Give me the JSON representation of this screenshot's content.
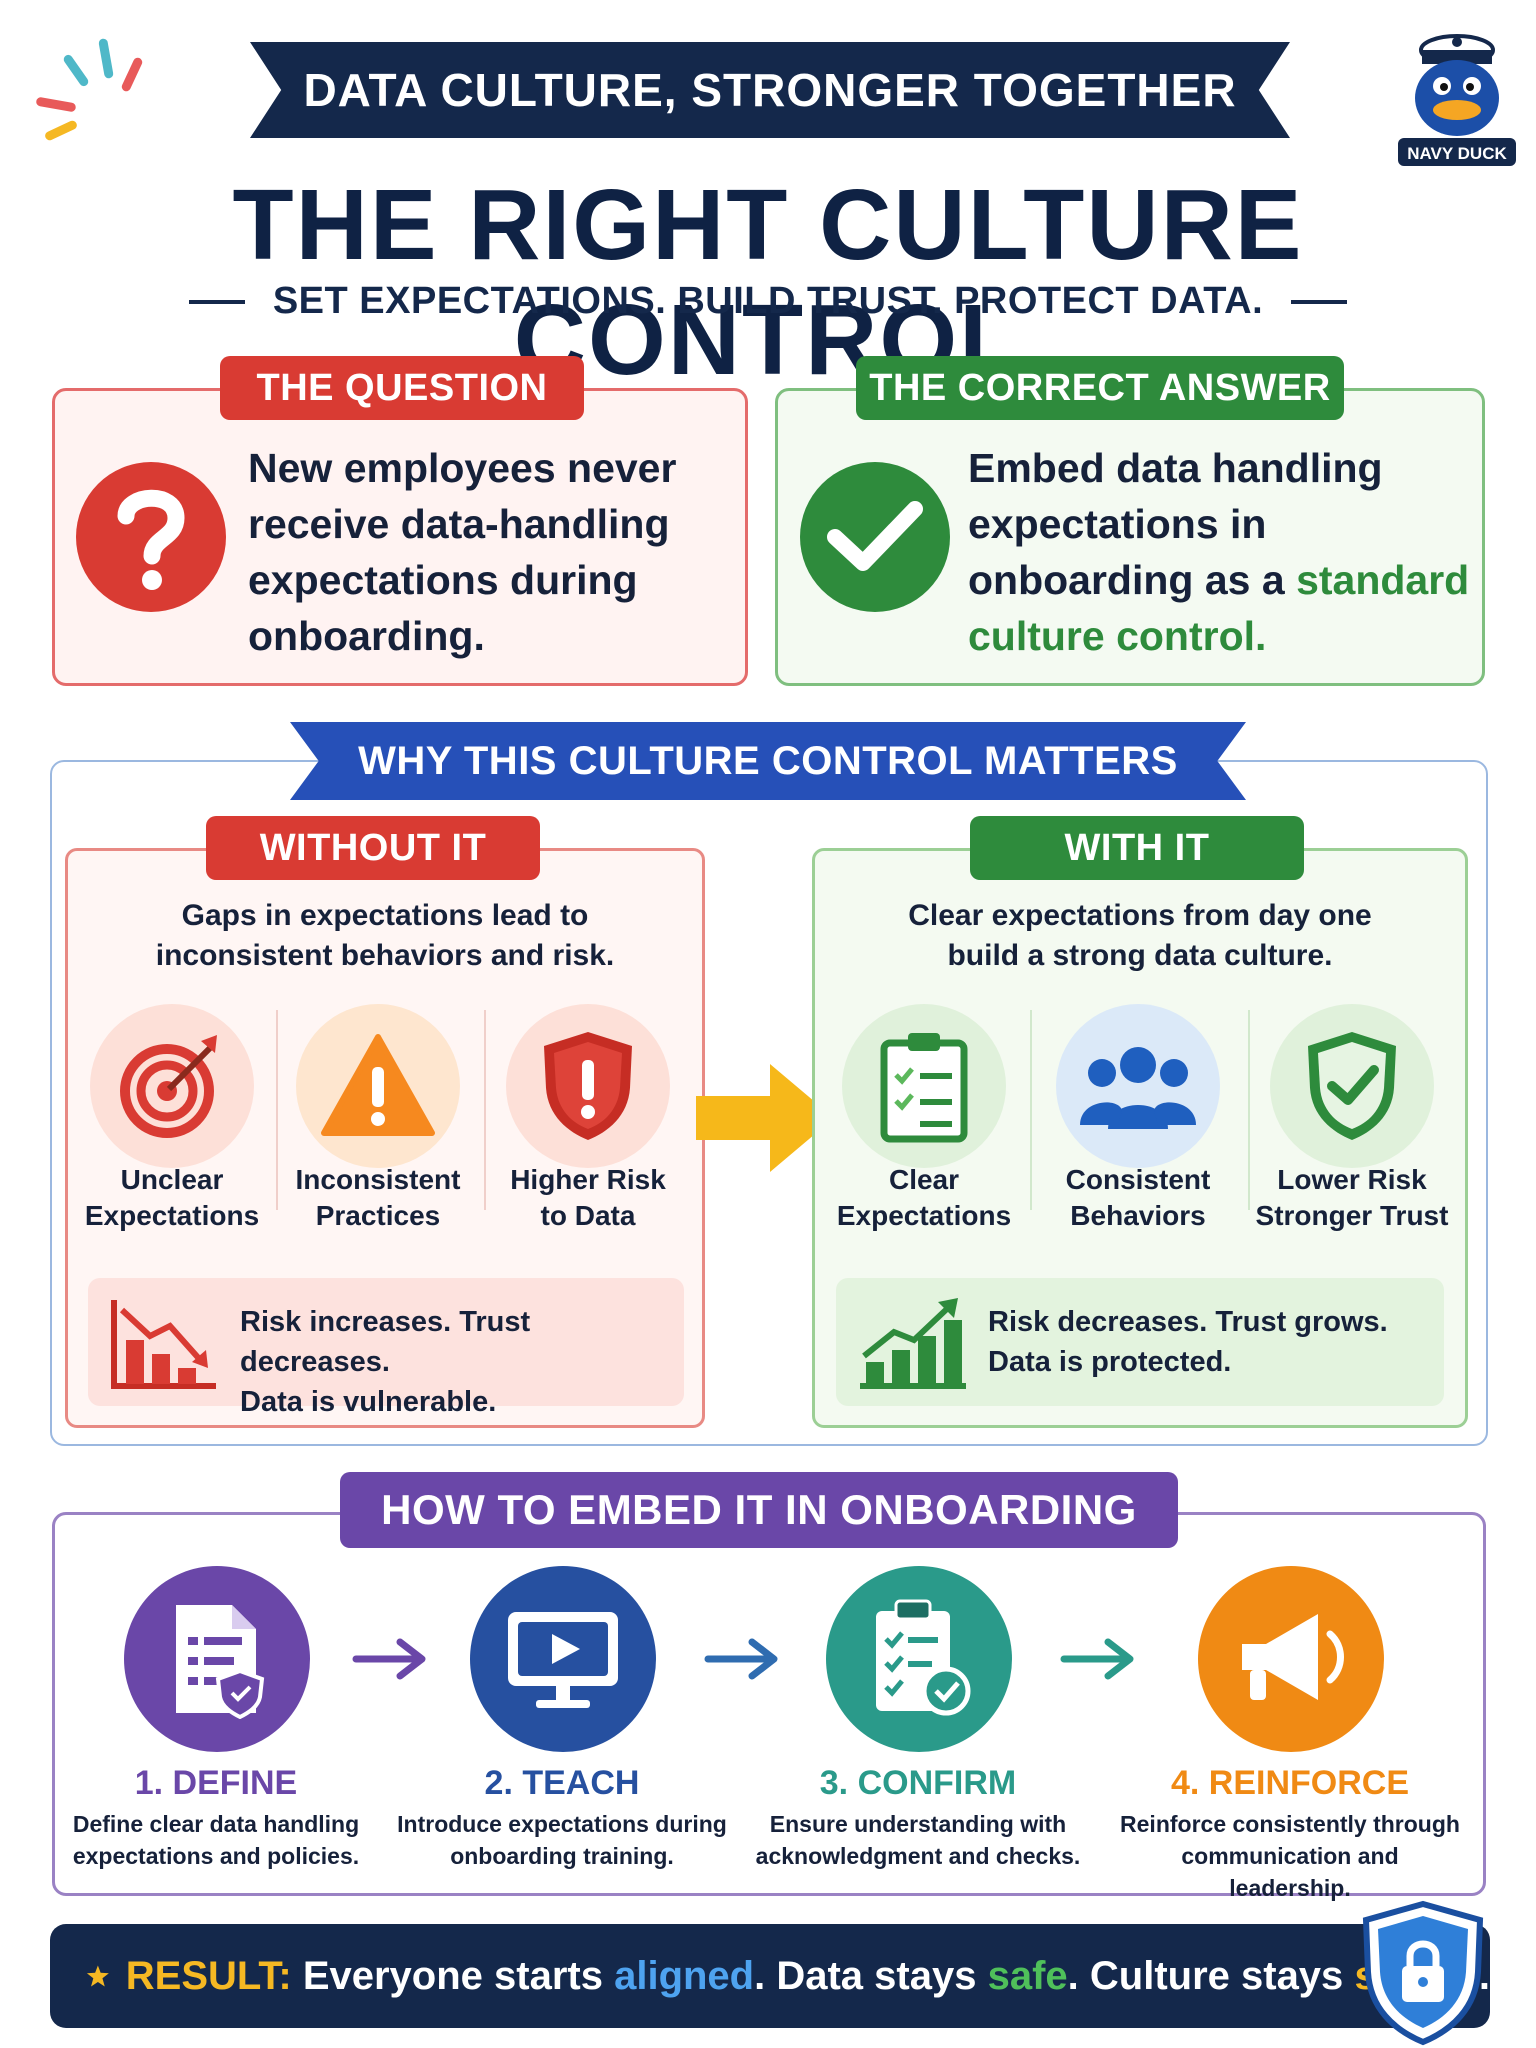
{
  "header": {
    "banner": "DATA CULTURE, STRONGER TOGETHER",
    "title": "THE RIGHT CULTURE CONTROL",
    "subtitle": "SET EXPECTATIONS. BUILD TRUST. PROTECT DATA.",
    "mascot_label": "NAVY DUCK"
  },
  "question": {
    "tag": "THE QUESTION",
    "text": "New employees never receive data-handling expectations during onboarding."
  },
  "answer": {
    "tag": "THE CORRECT ANSWER",
    "text_plain": "Embed data handling expectations in onboarding as a",
    "text_highlight": "standard culture control."
  },
  "why": {
    "banner": "WHY THIS CULTURE CONTROL MATTERS",
    "without": {
      "tag": "WITHOUT IT",
      "desc_line1": "Gaps in expectations lead to",
      "desc_line2": "inconsistent behaviors and risk.",
      "items": [
        {
          "line1": "Unclear",
          "line2": "Expectations",
          "icon": "target-icon"
        },
        {
          "line1": "Inconsistent",
          "line2": "Practices",
          "icon": "warning-icon"
        },
        {
          "line1": "Higher Risk",
          "line2": "to Data",
          "icon": "alert-shield-icon"
        }
      ],
      "result_line1": "Risk increases. Trust decreases.",
      "result_line2": "Data is vulnerable."
    },
    "with": {
      "tag": "WITH IT",
      "desc_line1": "Clear expectations from day one",
      "desc_line2": "build a strong data culture.",
      "items": [
        {
          "line1": "Clear",
          "line2": "Expectations",
          "icon": "checklist-icon"
        },
        {
          "line1": "Consistent",
          "line2": "Behaviors",
          "icon": "team-icon"
        },
        {
          "line1": "Lower Risk",
          "line2": "Stronger Trust",
          "icon": "check-shield-icon"
        }
      ],
      "result_line1": "Risk decreases. Trust grows.",
      "result_line2": "Data is protected."
    }
  },
  "how": {
    "tag": "HOW TO EMBED IT IN ONBOARDING",
    "steps": [
      {
        "title": "1. DEFINE",
        "line1": "Define clear data handling",
        "line2": "expectations and policies.",
        "color": "#6a47a8"
      },
      {
        "title": "2. TEACH",
        "line1": "Introduce expectations during",
        "line2": "onboarding training.",
        "color": "#2650a0"
      },
      {
        "title": "3. CONFIRM",
        "line1": "Ensure understanding with",
        "line2": "acknowledgment and checks.",
        "color": "#2a9a8a"
      },
      {
        "title": "4. REINFORCE",
        "line1": "Reinforce consistently through",
        "line2": "communication and leadership.",
        "color": "#f08a14"
      }
    ]
  },
  "result": {
    "label": "RESULT:",
    "part1": "Everyone starts",
    "word1": "aligned",
    "part2": ". Data stays",
    "word2": "safe",
    "part3": ". Culture stays",
    "word3": "strong",
    "part4": "."
  },
  "colors": {
    "navy": "#14284b",
    "red": "#d93b33",
    "green": "#2e8b3c",
    "blue": "#2650b8",
    "purple": "#6a47a8",
    "orange": "#f08a14"
  }
}
